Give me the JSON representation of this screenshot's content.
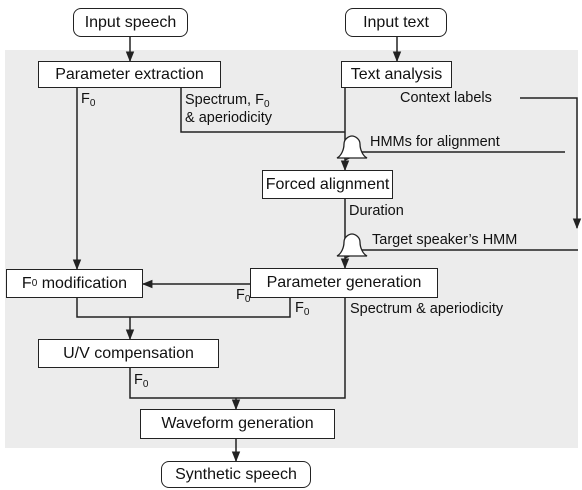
{
  "nodes": {
    "input_speech": "Input speech",
    "input_text": "Input text",
    "parameter_extraction": "Parameter extraction",
    "text_analysis": "Text analysis",
    "forced_alignment": "Forced alignment",
    "f0_modification": {
      "main": "F",
      "sub": "0",
      "rest": " modification"
    },
    "parameter_generation": "Parameter generation",
    "uv_compensation": "U/V compensation",
    "waveform_generation": "Waveform generation",
    "synthetic_speech": "Synthetic speech"
  },
  "labels": {
    "f0_main": "F",
    "f0_sub": "0",
    "spectrum_f0_prefix": "Spectrum, F",
    "aperiodicity_line": "& aperiodicity",
    "context_labels": "Context labels",
    "hmms_for_alignment": "HMMs for alignment",
    "duration": "Duration",
    "target_speakers_hmm": "Target speaker’s HMM",
    "spectrum_and_aperiodicity": "Spectrum & aperiodicity"
  },
  "colors": {
    "region": "#ececec",
    "line": "#222222"
  },
  "icons": [
    "bell-model-icon",
    "bell-model-icon"
  ]
}
